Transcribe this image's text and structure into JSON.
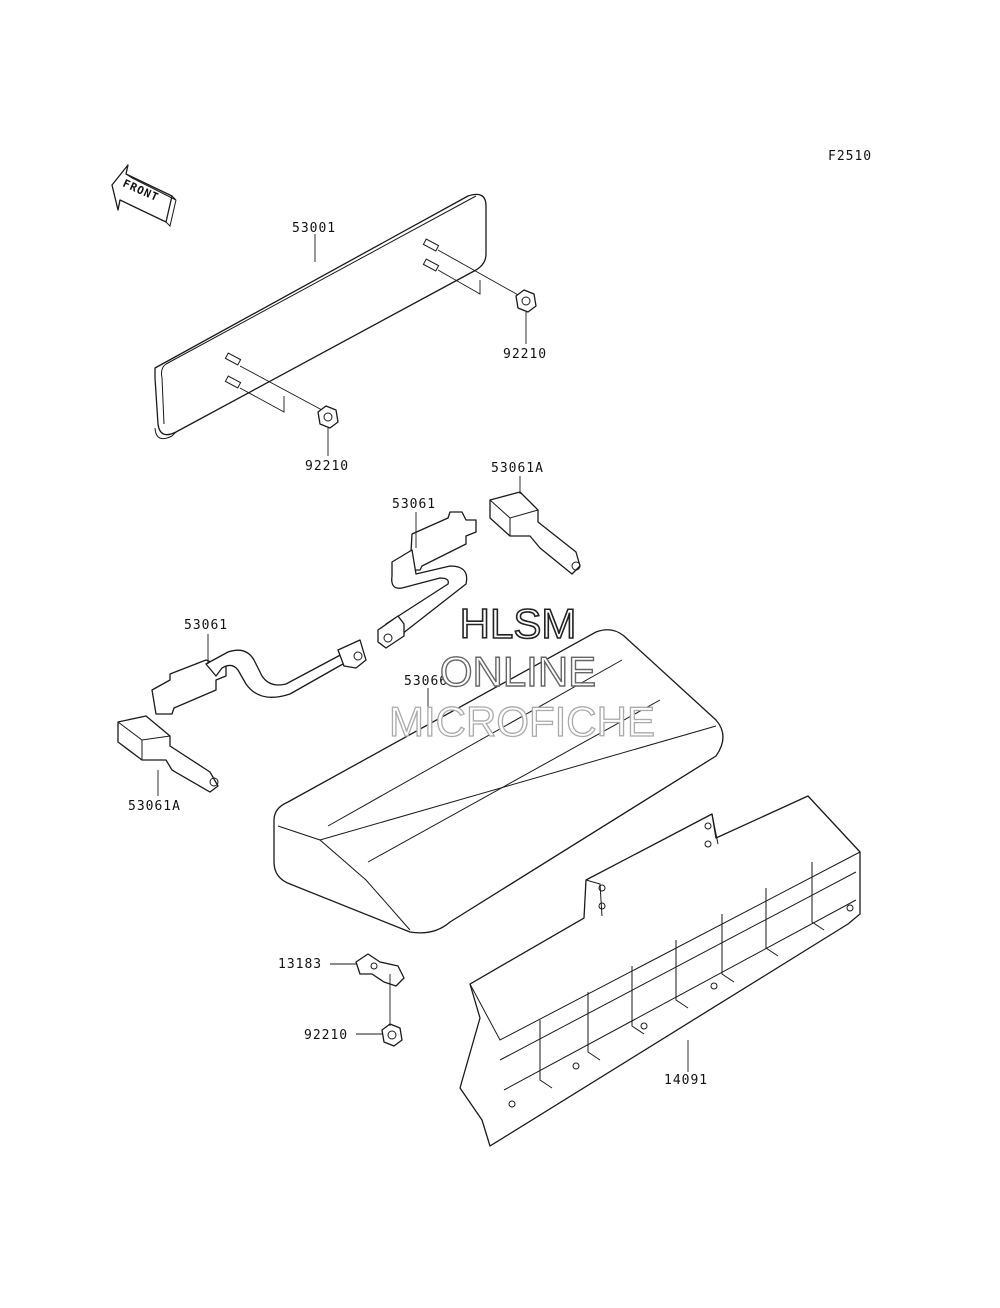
{
  "figure_code": "F2510",
  "front_label": "FRONT",
  "parts": {
    "p53001": "53001",
    "p92210_right": "92210",
    "p92210_left": "92210",
    "p53061A_upper": "53061A",
    "p53061_upper": "53061",
    "p53061_lower": "53061",
    "p53066": "53066",
    "p53061A_lower": "53061A",
    "p13183": "13183",
    "p92210_bottom": "92210",
    "p14091": "14091"
  },
  "watermark": {
    "line1": "HLSM",
    "line2": "ONLINE",
    "line3": "MICROFICHE"
  }
}
